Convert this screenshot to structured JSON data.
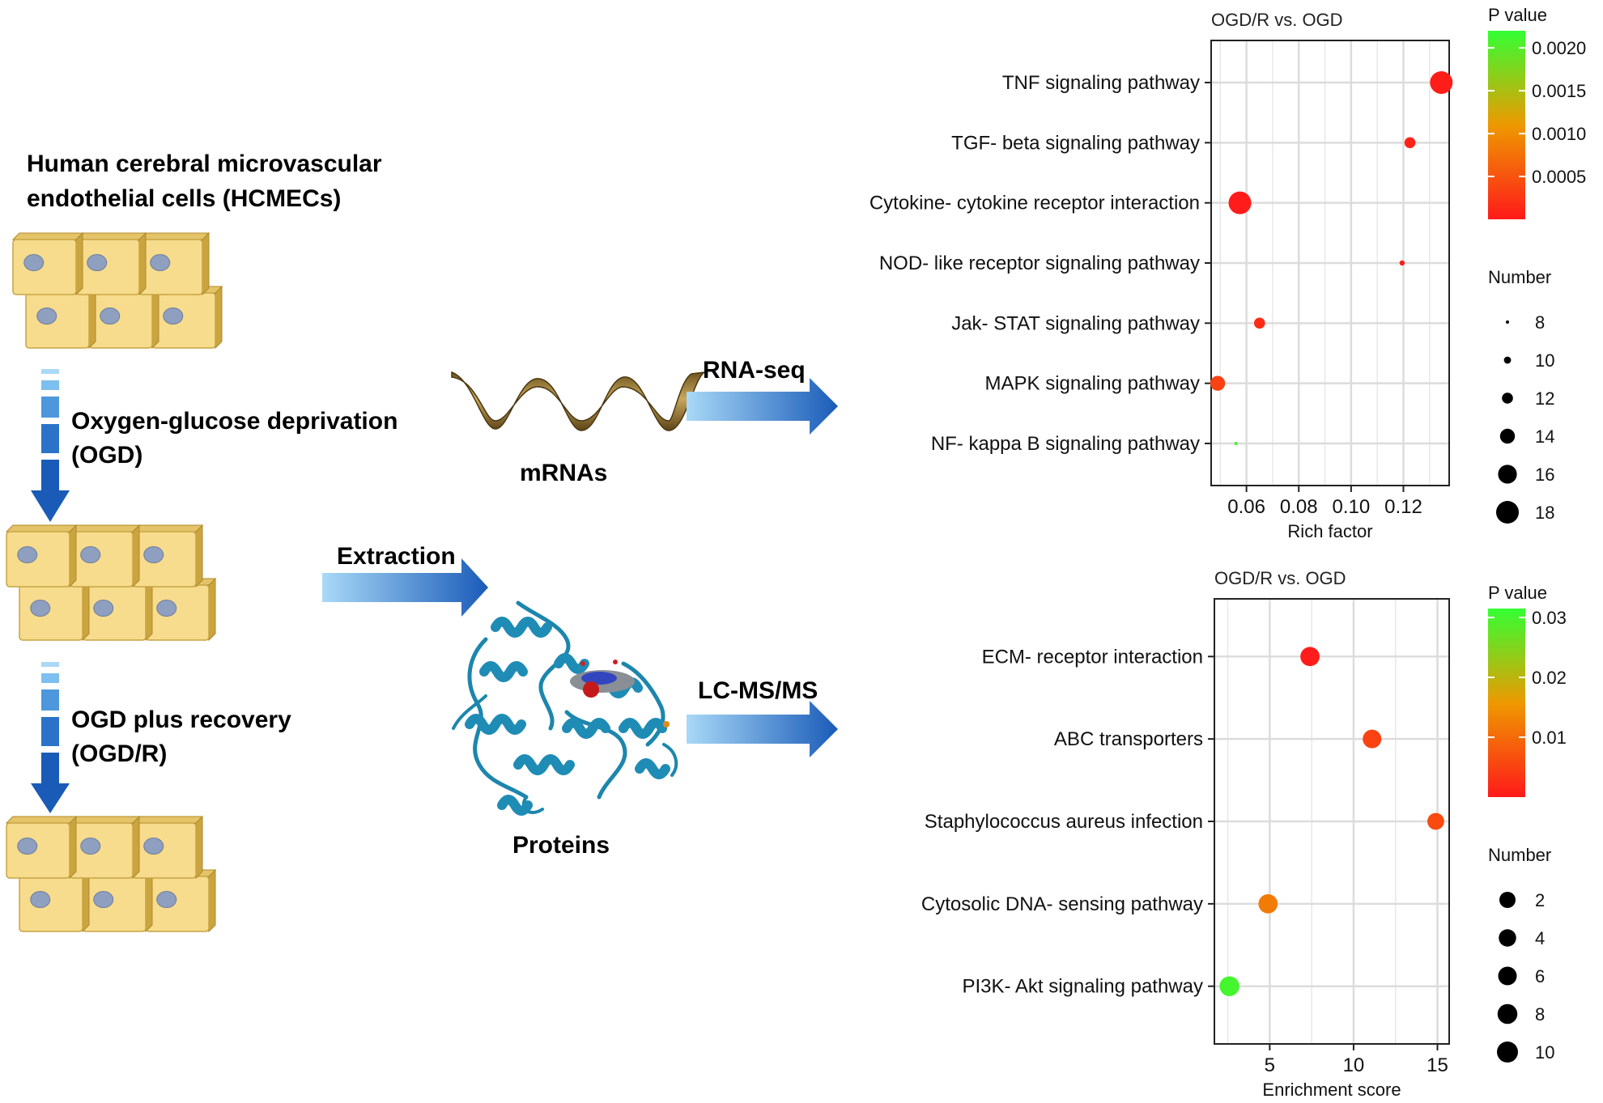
{
  "workflow": {
    "cell_title_line1": "Human cerebral microvascular",
    "cell_title_line2": "endothelial cells (HCMECs)",
    "ogd_line1": "Oxygen-glucose deprivation",
    "ogd_line2": "(OGD)",
    "ogdr_line1": "OGD plus recovery",
    "ogdr_line2": "(OGD/R)",
    "extraction": "Extraction",
    "rnaseq": "RNA-seq",
    "lcms": "LC-MS/MS",
    "mrnas": "mRNAs",
    "proteins": "Proteins",
    "colors": {
      "cell_face": "#f6dc8c",
      "cell_side": "#caa43e",
      "nucleus": "#8f9fbf",
      "arrow_dark": "#1a5bb8",
      "arrow_light": "#a9d9f7",
      "protein": "#1c86ad",
      "rna_ribbon": "#8a6a2a"
    }
  },
  "chart_data": [
    {
      "type": "scatter",
      "title": "OGD/R vs. OGD",
      "xlabel": "Rich factor",
      "xticks": [
        "0.06",
        "0.08",
        "0.10",
        "0.12"
      ],
      "xtick_values": [
        0.06,
        0.08,
        0.1,
        0.12
      ],
      "xlim": [
        0.0465,
        0.1375
      ],
      "grid": true,
      "categories": [
        "TNF signaling pathway",
        "TGF- beta signaling pathway",
        "Cytokine- cytokine receptor interaction",
        "NOD- like receptor signaling pathway",
        "Jak- STAT signaling pathway",
        "MAPK signaling pathway",
        "NF- kappa B signaling pathway"
      ],
      "x": [
        0.1345,
        0.1225,
        0.0575,
        0.1195,
        0.065,
        0.049,
        0.056
      ],
      "number": [
        18,
        12,
        18,
        9,
        12,
        14,
        8
      ],
      "pvalue": [
        3e-05,
        8e-05,
        2e-05,
        5e-05,
        0.00015,
        0.00035,
        0.0021
      ],
      "color_legend": {
        "title": "P value",
        "ticks": [
          "0.0020",
          "0.0015",
          "0.0010",
          "0.0005"
        ],
        "tick_values": [
          0.002,
          0.0015,
          0.001,
          0.0005
        ],
        "range": [
          0.0,
          0.0022
        ],
        "low_color": "#ff1a1a",
        "mid_color": "#ee9900",
        "high_color": "#33ff33"
      },
      "size_legend": {
        "title": "Number",
        "labels": [
          "8",
          "10",
          "12",
          "14",
          "16",
          "18"
        ],
        "values": [
          8,
          10,
          12,
          14,
          16,
          18
        ],
        "range": [
          8,
          18
        ]
      },
      "legend_position": "right"
    },
    {
      "type": "scatter",
      "title": "OGD/R vs. OGD",
      "xlabel": "Enrichment score",
      "xticks": [
        "5",
        "10",
        "15"
      ],
      "xtick_values": [
        5,
        10,
        15
      ],
      "xlim": [
        1.7,
        15.7
      ],
      "grid": true,
      "categories": [
        "ECM- receptor interaction",
        "ABC transporters",
        "Staphylococcus aureus infection",
        "Cytosolic DNA- sensing pathway",
        "PI3K- Akt signaling pathway"
      ],
      "x": [
        7.4,
        11.1,
        14.9,
        4.9,
        2.6
      ],
      "number": [
        7,
        6,
        3,
        7,
        8
      ],
      "pvalue": [
        0.0003,
        0.005,
        0.006,
        0.012,
        0.03
      ],
      "color_legend": {
        "title": "P value",
        "ticks": [
          "0.03",
          "0.02",
          "0.01"
        ],
        "tick_values": [
          0.03,
          0.02,
          0.01
        ],
        "range": [
          0.0,
          0.0315
        ],
        "low_color": "#ff1a1a",
        "mid_color": "#ee9900",
        "high_color": "#33ff33"
      },
      "size_legend": {
        "title": "Number",
        "labels": [
          "2",
          "4",
          "6",
          "8",
          "10"
        ],
        "values": [
          2,
          4,
          6,
          8,
          10
        ],
        "range": [
          2,
          10
        ]
      },
      "legend_position": "right"
    }
  ]
}
